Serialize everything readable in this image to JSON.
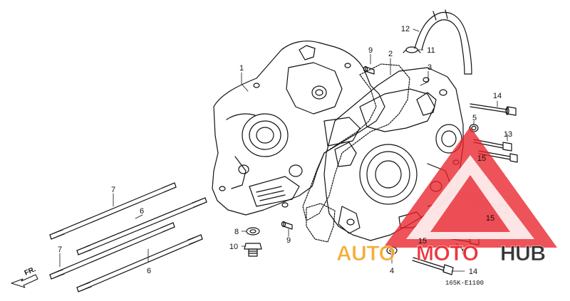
{
  "diagram": {
    "callouts": [
      "1",
      "2",
      "3",
      "4",
      "5",
      "6",
      "7",
      "8",
      "9",
      "10",
      "11",
      "12",
      "13",
      "14",
      "15"
    ],
    "front_arrow_label": "FR.",
    "diagram_code": "165K-E1100"
  },
  "watermark": {
    "word_auto": "AUTO",
    "word_moto": "MOTO",
    "word_hub": "HUB",
    "colors": {
      "red": "#e8222a",
      "orange": "#f5a623",
      "dark": "#222222"
    }
  }
}
